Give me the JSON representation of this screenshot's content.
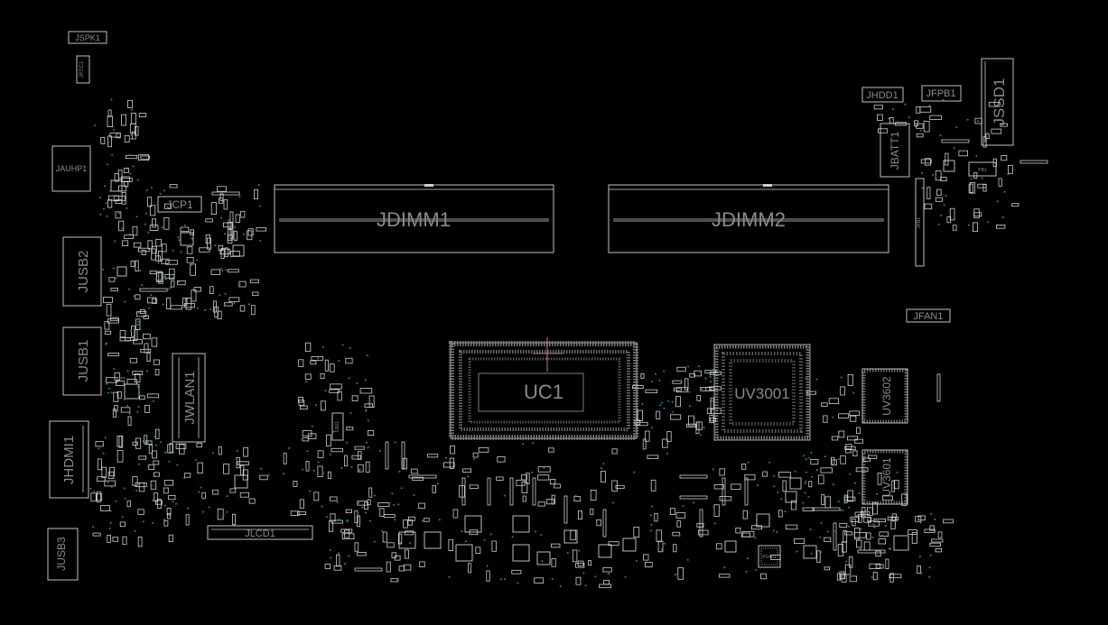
{
  "board": {
    "background": "#000000",
    "outline_color": "#bfbfbf",
    "via_color": "#1e8a9a",
    "label_color": "#8a8a8a",
    "components": {
      "jspk1": "JSPK1",
      "jrtc1": "JRTC1",
      "jauhp1": "JAUHP1",
      "jcp1": "JCP1",
      "jusb2": "JUSB2",
      "jusb1": "JUSB1",
      "jwlan1": "JWLAN1",
      "jhdmi1": "JHDMI1",
      "jusb3": "JUSB3",
      "jlcd1": "JLCD1",
      "jdimm1": "JDIMM1",
      "jdimm2": "JDIMM2",
      "uc1": "UC1",
      "uv3001": "UV3001",
      "uv3602": "UV3602",
      "uv3601": "UV3601",
      "jhdd1": "JHDD1",
      "jfpb1": "JFPB1",
      "jssd1": "JSSD1",
      "jbatt1": "JBATT1",
      "jfan1": "JFAN1",
      "jkb1": "JKB1",
      "pb1": "PB1",
      "u901": "U901",
      "pu401": "PU401"
    }
  }
}
